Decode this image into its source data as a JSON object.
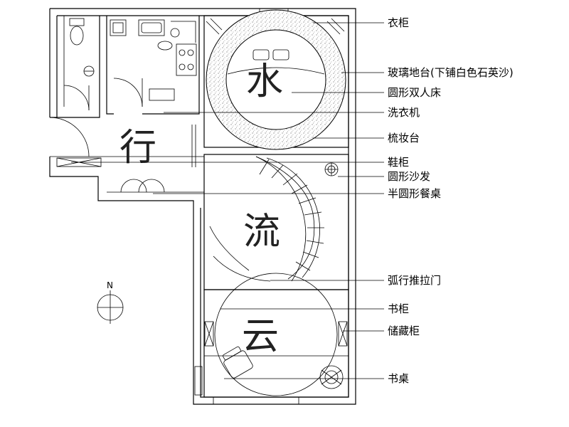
{
  "title_chars": {
    "water": "水",
    "walk": "行",
    "flow": "流",
    "cloud": "云"
  },
  "labels": {
    "wardrobe": "衣柜",
    "glass_platform": "玻璃地台(下铺白色石英沙)",
    "round_bed": "圆形双人床",
    "washer": "洗衣机",
    "dresser": "梳妆台",
    "shoe_cabinet": "鞋柜",
    "round_sofa": "圆形沙发",
    "half_table": "半圆形餐桌",
    "arc_door": "弧行推拉门",
    "bookcase": "书柜",
    "storage": "储藏柜",
    "desk": "书桌"
  },
  "north_label": "N"
}
